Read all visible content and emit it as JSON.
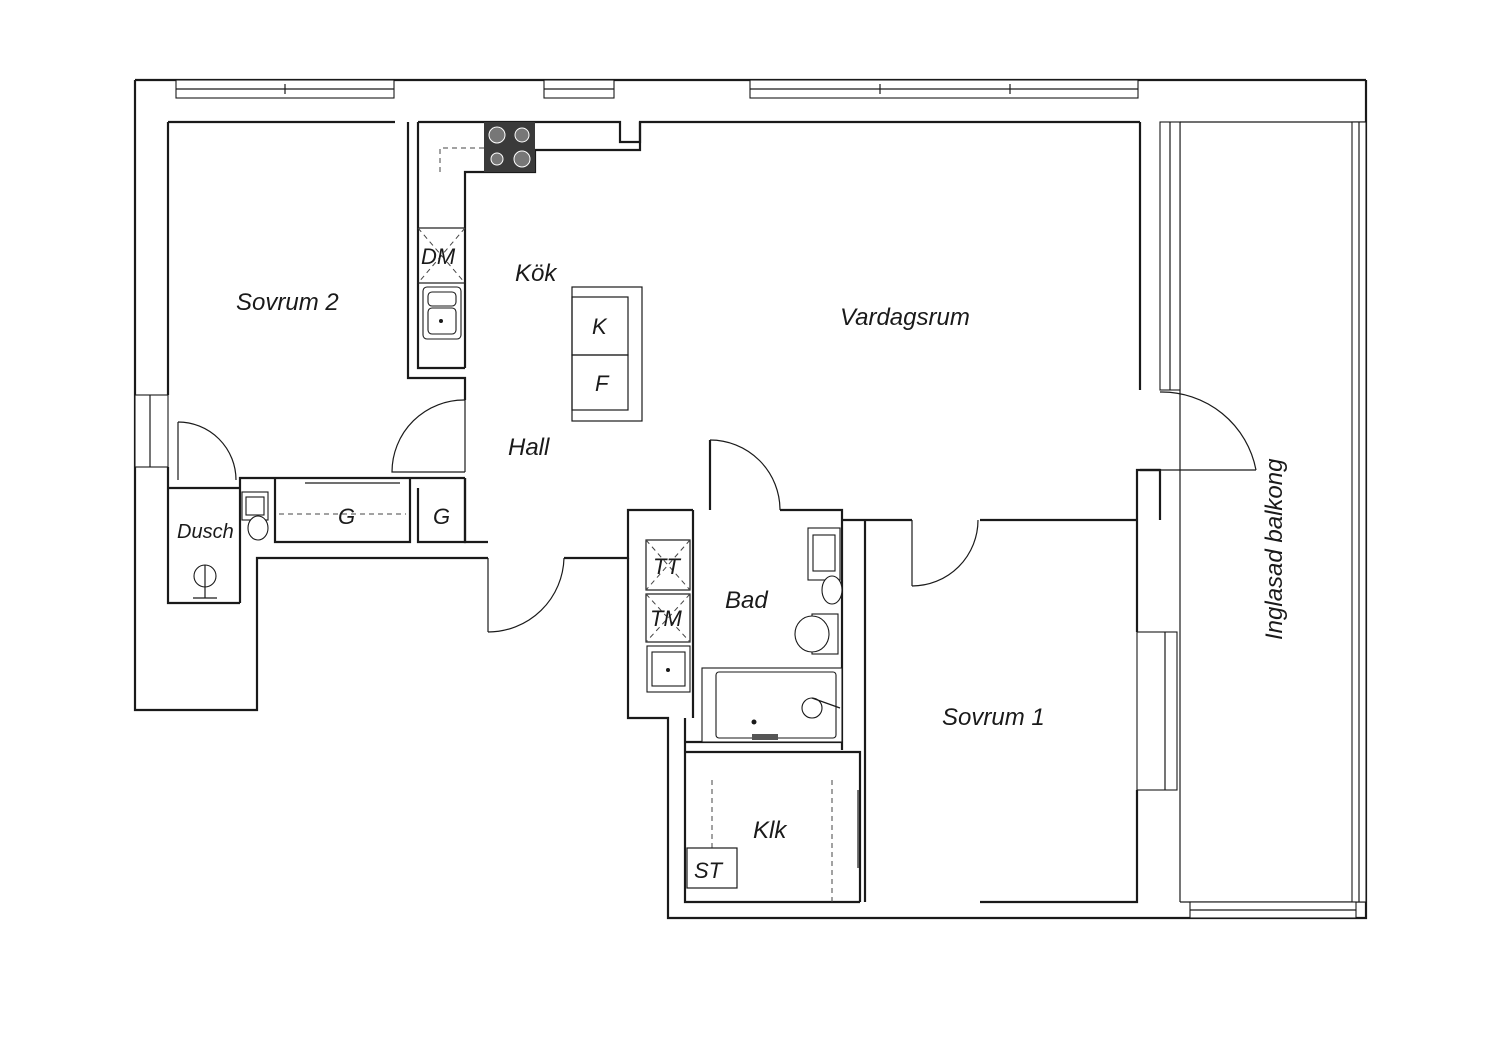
{
  "rooms": {
    "bedroom2": "Sovrum 2",
    "kitchen": "Kök",
    "living": "Vardagsrum",
    "hall": "Hall",
    "shower": "Dusch",
    "bath": "Bad",
    "bedroom1": "Sovrum 1",
    "closet": "Klk",
    "balcony": "Inglasad balkong"
  },
  "fixtures": {
    "dishwasher": "DM",
    "fridge": "K",
    "freezer": "F",
    "wardrobe_a": "G",
    "wardrobe_b": "G",
    "dryer": "TT",
    "washer": "TM",
    "storage": "ST"
  }
}
